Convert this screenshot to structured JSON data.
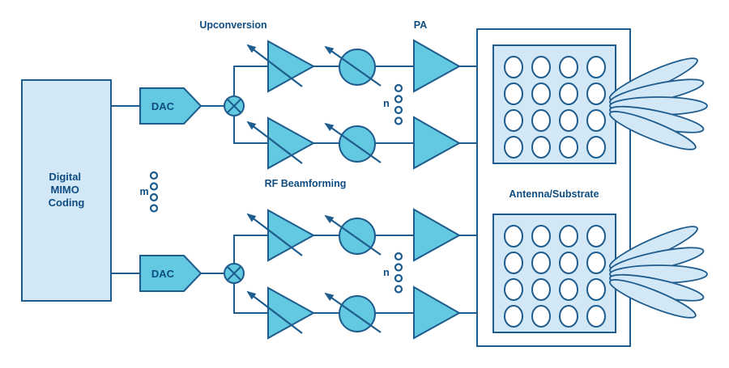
{
  "diagram": {
    "labels": {
      "upconversion": "Upconversion",
      "pa": "PA",
      "rf_beamforming": "RF Beamforming",
      "antenna_substrate": "Antenna/Substrate",
      "digital_mimo_coding": [
        "Digital",
        "MIMO",
        "Coding"
      ],
      "dac": "DAC",
      "m": "m",
      "n": "n"
    },
    "colors": {
      "shape_fill": "#62c9e0",
      "panel_fill": "#d3e8f6",
      "stroke": "#1e5c8e",
      "text": "#0f4c81",
      "background": "#ffffff"
    },
    "structure": {
      "signal_chains": 2,
      "branches_per_chain": 2,
      "array_rows": 4,
      "array_cols": 4,
      "beams_per_array": 5
    }
  }
}
